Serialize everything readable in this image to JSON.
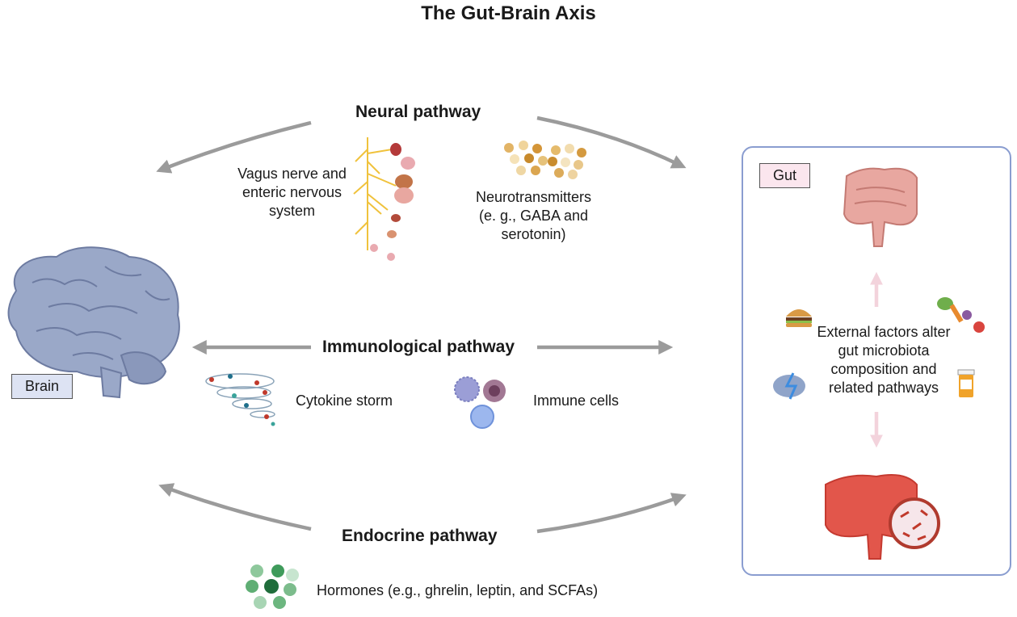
{
  "title": "The Gut-Brain Axis",
  "brain": {
    "label": "Brain"
  },
  "gut": {
    "label": "Gut",
    "external_factors": "External factors alter gut microbiota composition and related pathways"
  },
  "neural": {
    "title": "Neural pathway",
    "nerve_label": "Vagus nerve and enteric nervous system",
    "neuro_label": "Neurotransmitters (e. g., GABA and serotonin)"
  },
  "immunological": {
    "title": "Immunological pathway",
    "cytokine_label": "Cytokine storm",
    "immune_label": "Immune cells"
  },
  "endocrine": {
    "title": "Endocrine pathway",
    "hormones_label": "Hormones (e.g., ghrelin, leptin, and SCFAs)"
  },
  "colors": {
    "arrow": "#9b9b9b",
    "panel_border": "#8a9dd0",
    "brain_tag_bg": "#dde3f3",
    "gut_tag_bg": "#fbe6ee",
    "gut_healthy": "#e8a7a0",
    "gut_inflamed": "#e2564b"
  }
}
